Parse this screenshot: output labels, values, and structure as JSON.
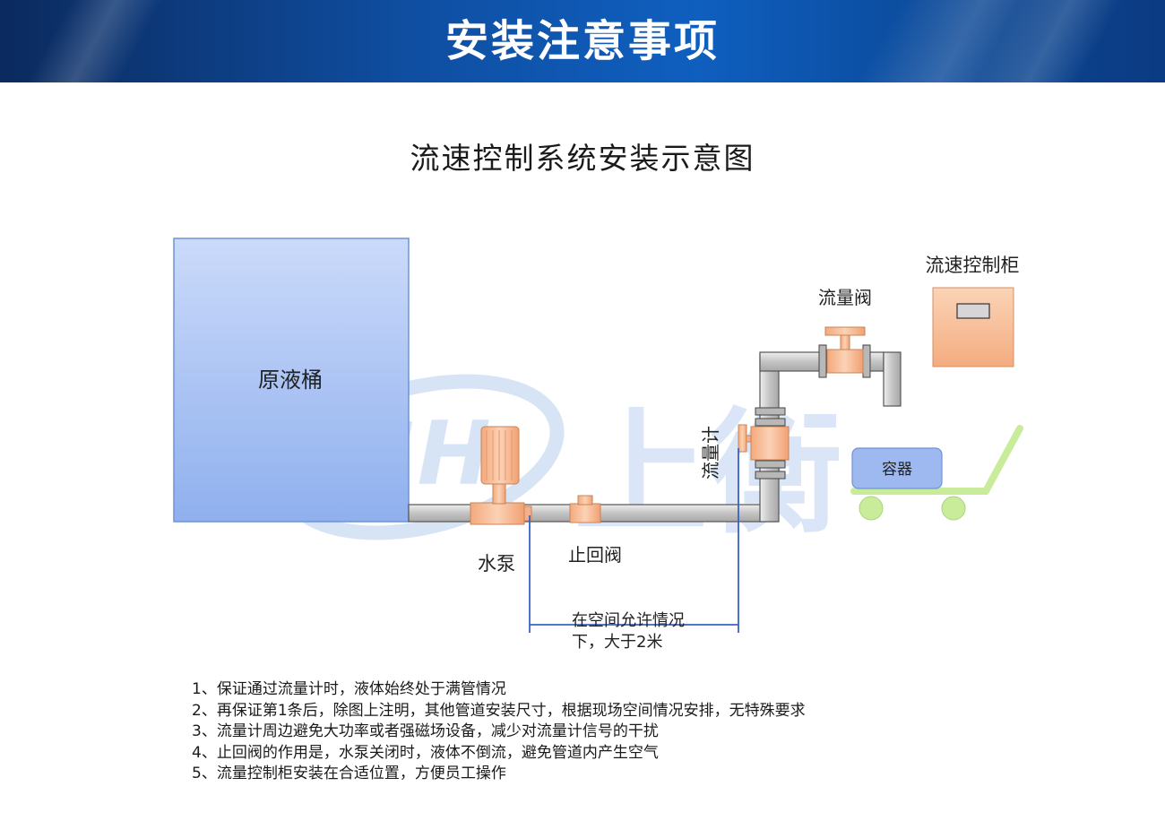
{
  "header": {
    "title": "安装注意事项"
  },
  "diagram": {
    "title": "流速控制系统安装示意图",
    "labels": {
      "tank": "原液桶",
      "pump": "水泵",
      "check_valve": "止回阀",
      "flow_meter": "流量计",
      "flow_valve": "流量阀",
      "control_cabinet": "流速控制柜",
      "container": "容器",
      "distance_line1": "在空间允许情况",
      "distance_line2": "下，大于2米"
    },
    "watermark": "SH 上衡"
  },
  "notes": [
    "1、保证通过流量计时，液体始终处于满管情况",
    "2、再保证第1条后，除图上注明，其他管道安装尺寸，根据现场空间情况安排，无特殊要求",
    "3、流量计周边避免大功率或者强磁场设备，减少对流量计信号的干扰",
    "4、止回阀的作用是，水泵关闭时，液体不倒流，避免管道内产生空气",
    "5、流量控制柜安装在合适位置，方便员工操作"
  ],
  "colors": {
    "tank_fill": "#9db9f0",
    "equipment_fill": "#f7c09a",
    "pipe_fill": "#d0d0d0",
    "cart_color": "#c9ec9a",
    "dimension_line": "#3a62c4"
  }
}
